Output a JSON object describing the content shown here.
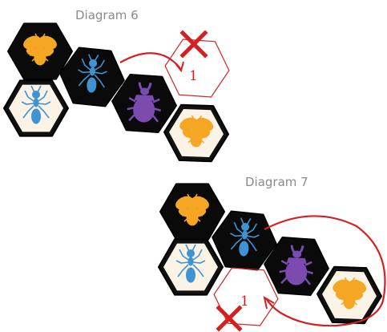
{
  "diagrams": [
    {
      "caption": "Diagram 6",
      "move_label": "1",
      "tiles": [
        {
          "bug": "queen-bee",
          "side": "black"
        },
        {
          "bug": "soldier-ant",
          "side": "white"
        },
        {
          "bug": "soldier-ant",
          "side": "black"
        },
        {
          "bug": "beetle",
          "side": "black"
        },
        {
          "bug": "queen-bee",
          "side": "white"
        }
      ],
      "blocked_spot": "destination"
    },
    {
      "caption": "Diagram 7",
      "move_label": "1",
      "tiles": [
        {
          "bug": "queen-bee",
          "side": "black"
        },
        {
          "bug": "soldier-ant",
          "side": "white"
        },
        {
          "bug": "soldier-ant",
          "side": "black"
        },
        {
          "bug": "beetle",
          "side": "black"
        },
        {
          "bug": "queen-bee",
          "side": "white"
        }
      ],
      "blocked_spot": "destination"
    }
  ],
  "colors": {
    "black_tile": "#0a0a0a",
    "white_tile": "#fbf4e6",
    "queen_bee": "#f5a623",
    "soldier_ant": "#3f93d2",
    "beetle": "#7b4bb0",
    "arrow": "#d42020",
    "caption": "#8a8a8a"
  }
}
